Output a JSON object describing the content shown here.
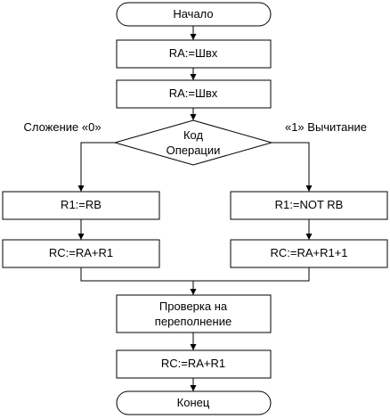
{
  "flowchart": {
    "start": "Начало",
    "step1": "RA:=Швх",
    "step2": "RA:=Швх",
    "decision_line1": "Код",
    "decision_line2": "Операции",
    "branch_left_label": "Сложение «0»",
    "branch_right_label": "«1» Вычитание",
    "left_step1": "R1:=RB",
    "left_step2": "RC:=RA+R1",
    "right_step1": "R1:=NOT RB",
    "right_step2": "RC:=RA+R1+1",
    "check_line1": "Проверка на",
    "check_line2": "переполнение",
    "step_final": "RC:=RA+R1",
    "end": "Конец"
  }
}
